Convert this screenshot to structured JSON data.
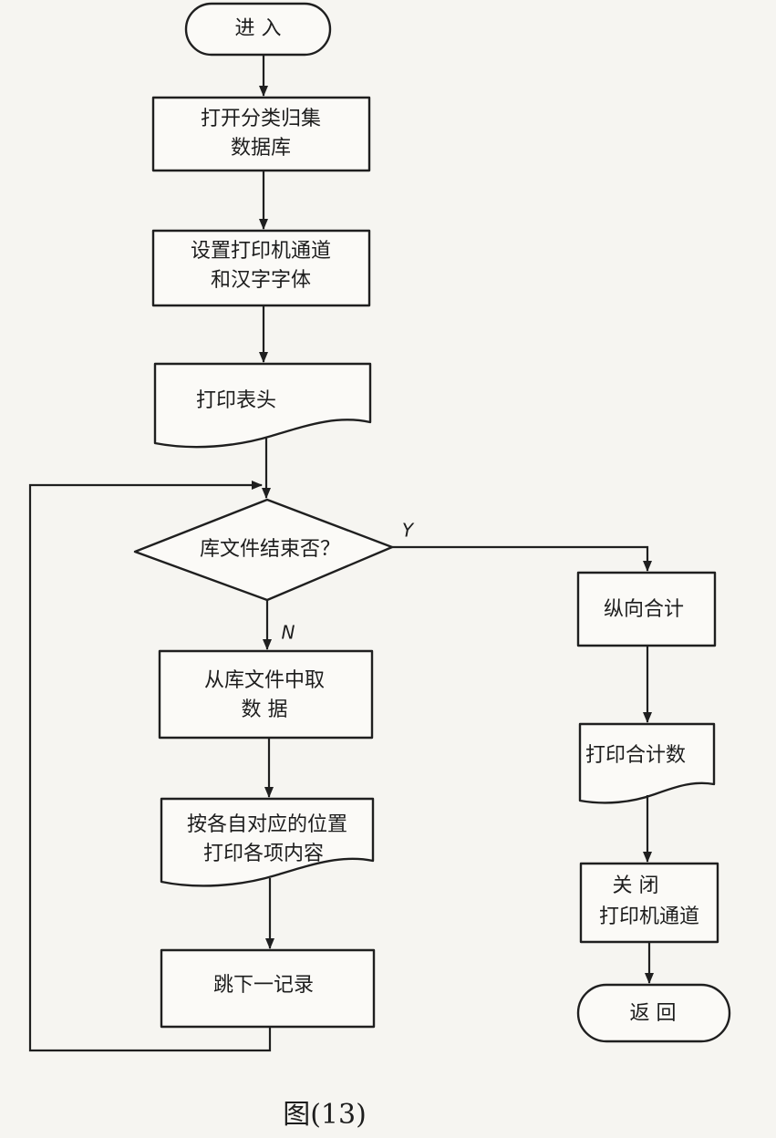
{
  "flowchart": {
    "start": "进  入",
    "open_db": [
      "打开分类归集",
      "数据库"
    ],
    "set_printer": [
      "设置打印机通道",
      "和汉字字体"
    ],
    "print_header": "打印表头",
    "eof_check": "库文件结束否？",
    "yes_label": "Y",
    "no_label": "N",
    "fetch_data": [
      "从库文件中取",
      "数  据"
    ],
    "print_items": [
      "按各自对应的位置",
      "打印各项内容"
    ],
    "next_record": "跳下一记录",
    "column_total": "纵向合计",
    "print_total": "打印合计数",
    "close_printer": [
      "关  闭",
      "打印机通道"
    ],
    "return": "返  回"
  },
  "caption": "图(13)"
}
